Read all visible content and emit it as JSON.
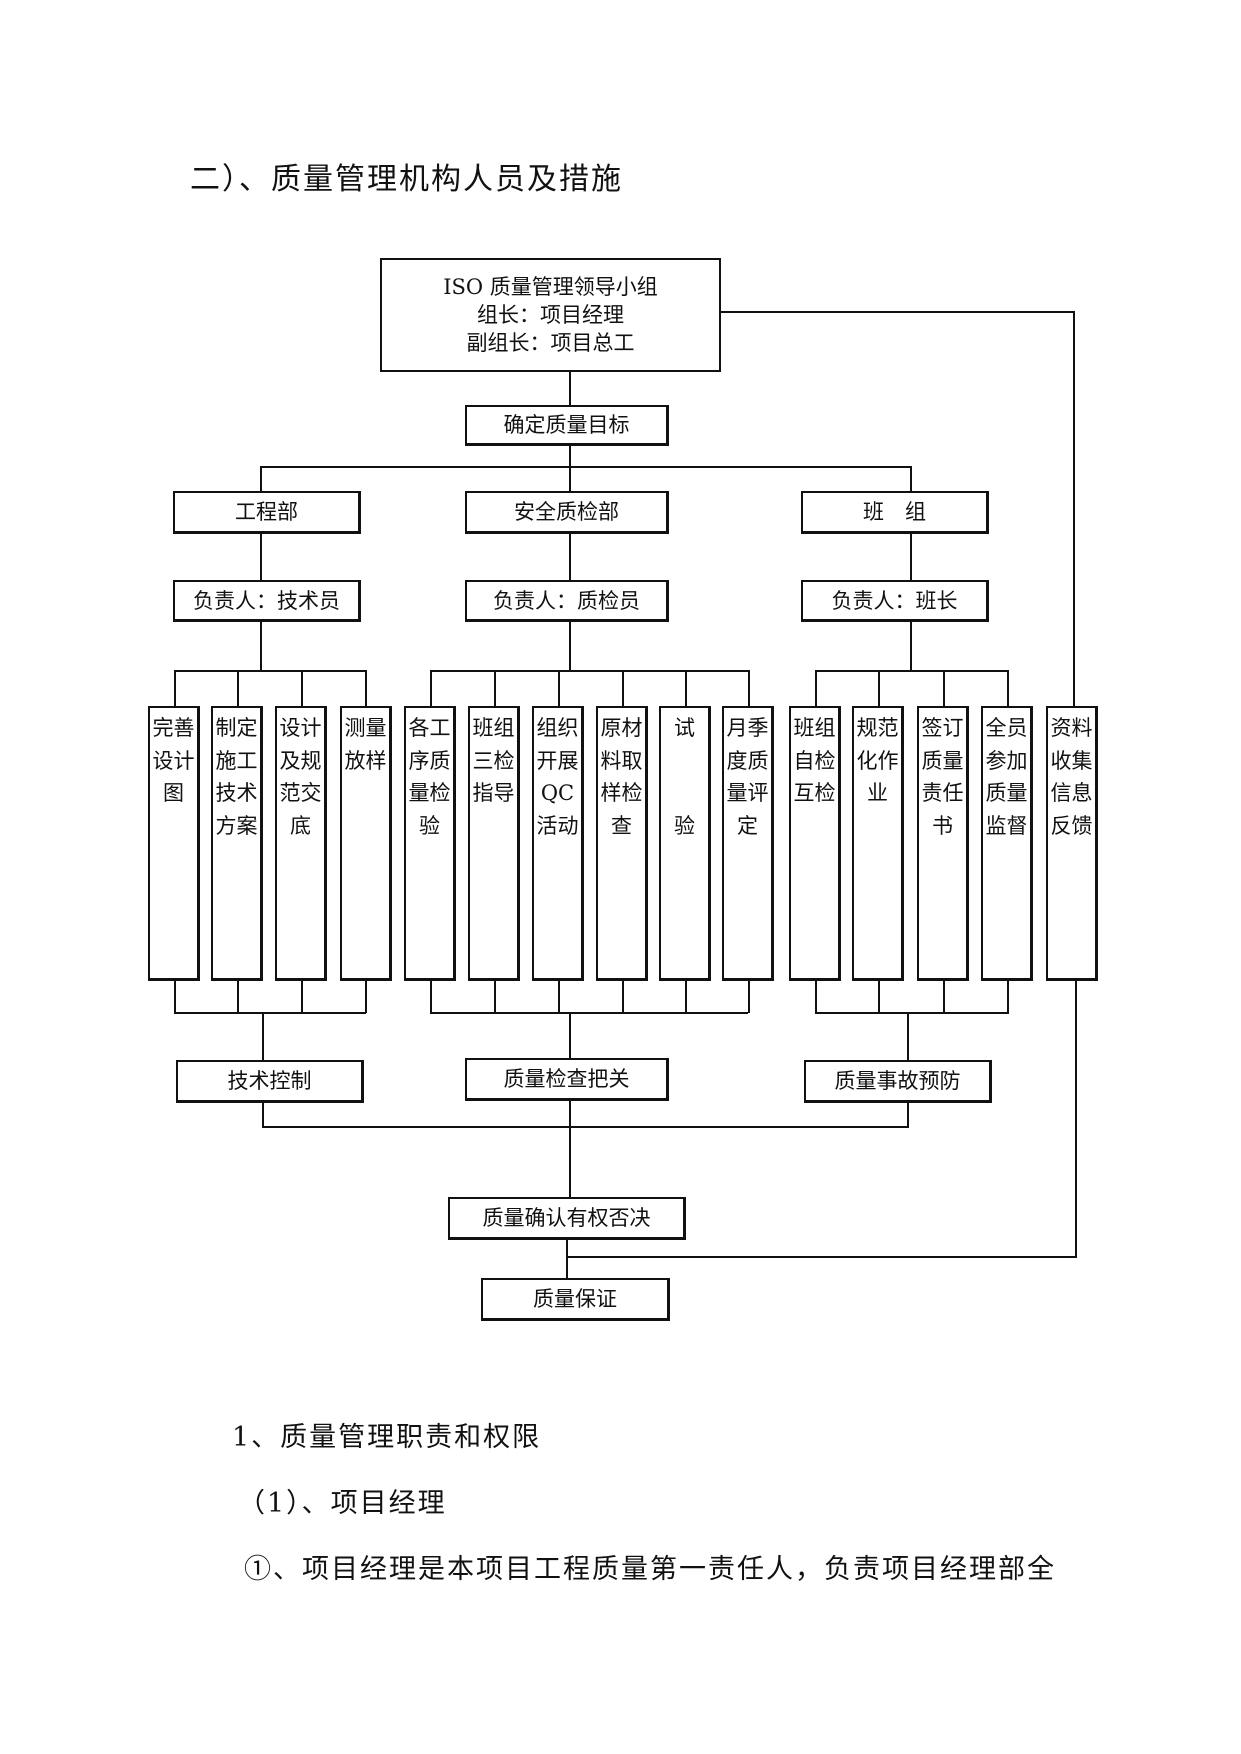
{
  "heading": "二）、质量管理机构人员及措施",
  "org": {
    "root": {
      "line1": "ISO 质量管理领导小组",
      "line2": "组长：项目经理",
      "line3": "副组长：项目总工"
    },
    "goal": "确定质量目标",
    "departments": [
      {
        "name": "工程部",
        "lead": "负责人：技术员",
        "summary": "技术控制",
        "tasks": [
          "完善设计图",
          "制定施工技术方案",
          "设计及规范交底",
          "测量放样"
        ]
      },
      {
        "name": "安全质检部",
        "lead": "负责人：质检员",
        "summary": "质量检查把关",
        "tasks": [
          "各工序质量检验",
          "班组三检指导",
          "组织开展QC活动",
          "原材料取样检查",
          "试\n\n\n验",
          "月季度质量评定"
        ]
      },
      {
        "name": "班　组",
        "lead": "负责人：班长",
        "summary": "质量事故预防",
        "tasks": [
          "班组自检互检",
          "规范化作业",
          "签订质量责任书",
          "全员参加质量监督"
        ]
      }
    ],
    "feedback": "资料收集信息反馈",
    "veto": "质量确认有权否决",
    "assurance": "质量保证"
  },
  "sections": {
    "title": "1、质量管理职责和权限",
    "subtitle": "（1）、项目经理",
    "item1": "①、项目经理是本项目工程质量第一责任人，负责项目经理部全"
  }
}
